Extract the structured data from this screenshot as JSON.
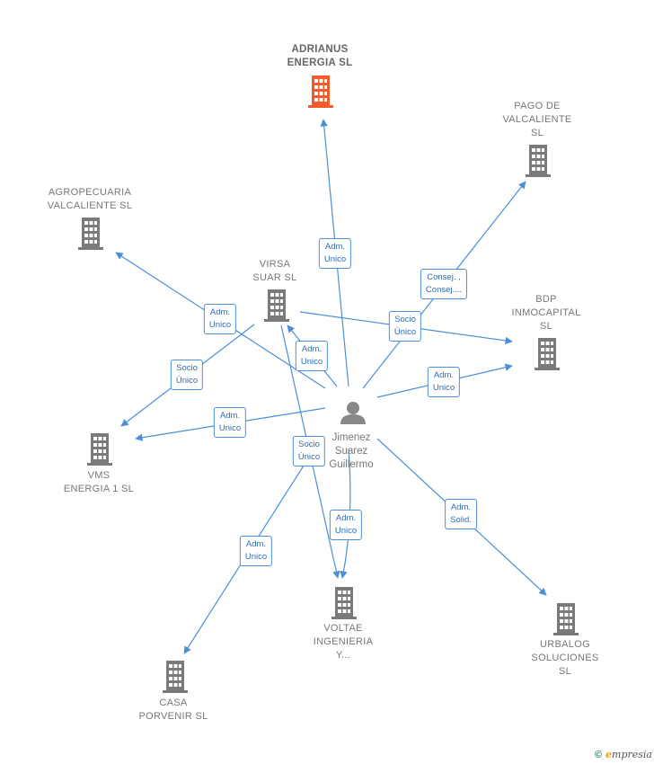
{
  "colors": {
    "edge": "#4a8fd8",
    "building": "#7a7a7a",
    "main_building": "#f25c2b",
    "person": "#888888"
  },
  "center_person": {
    "name": "Jimenez\nSuarez\nGuillermo",
    "icon": "person-icon"
  },
  "companies": [
    {
      "id": "adrianus",
      "name": "ADRIANUS\nENERGIA  SL",
      "main": true,
      "icon": "building-icon"
    },
    {
      "id": "pago",
      "name": "PAGO DE\nVALCALIENTE\nSL",
      "icon": "building-icon"
    },
    {
      "id": "agro",
      "name": "AGROPECUARIA\nVALCALIENTE SL",
      "icon": "building-icon"
    },
    {
      "id": "virsa",
      "name": "VIRSA\nSUAR  SL",
      "icon": "building-icon"
    },
    {
      "id": "bdp",
      "name": "BDP\nINMOCAPITAL\nSL",
      "icon": "building-icon"
    },
    {
      "id": "vms",
      "name": "VMS\nENERGIA 1  SL",
      "icon": "building-icon"
    },
    {
      "id": "voltae",
      "name": "VOLTAE\nINGENIERIA\nY...",
      "icon": "building-icon"
    },
    {
      "id": "urbalog",
      "name": "URBALOG\nSOLUCIONES\nSL",
      "icon": "building-icon"
    },
    {
      "id": "casa",
      "name": "CASA\nPORVENIR  SL",
      "icon": "building-icon"
    }
  ],
  "edge_labels": [
    {
      "id": "e-adrianus",
      "text": "Adm.\nUnico"
    },
    {
      "id": "e-pago",
      "text": "Consej. ,\nConsej...."
    },
    {
      "id": "e-agro",
      "text": "Adm.\nUnico"
    },
    {
      "id": "e-virsa",
      "text": "Adm.\nUnico"
    },
    {
      "id": "e-virsa-bdp",
      "text": "Socio\nÚnico"
    },
    {
      "id": "e-bdp",
      "text": "Adm.\nUnico"
    },
    {
      "id": "e-virsa-vms",
      "text": "Socio\nÚnico"
    },
    {
      "id": "e-vms",
      "text": "Adm.\nUnico"
    },
    {
      "id": "e-virsa-voltae",
      "text": "Socio\nÚnico"
    },
    {
      "id": "e-voltae",
      "text": "Adm.\nUnico"
    },
    {
      "id": "e-urbalog",
      "text": "Adm.\nSolid."
    },
    {
      "id": "e-casa",
      "text": "Adm.\nUnico"
    }
  ],
  "footer": {
    "copyright": "©",
    "brand_first": "e",
    "brand_rest": "mpresia"
  }
}
